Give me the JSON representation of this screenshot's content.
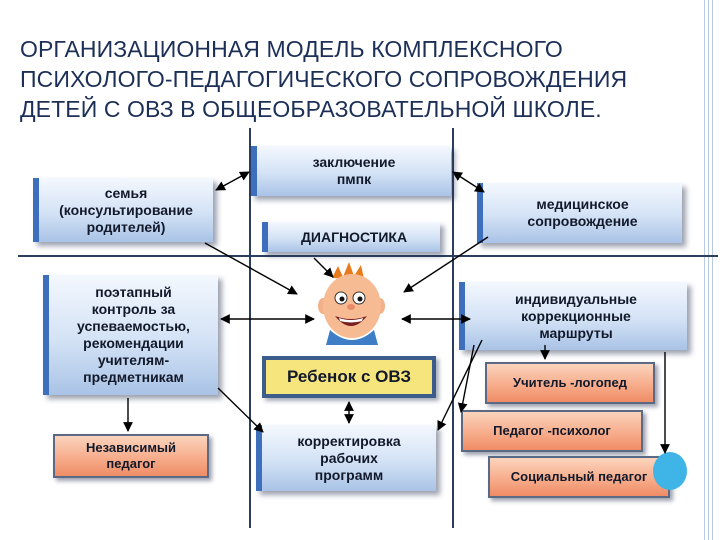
{
  "title_lines": [
    "Организационная модель комплексного",
    "психолого-педагогического сопровождения",
    "детей с ОВЗ в общеобразовательной школе."
  ],
  "boxes": {
    "pmpk": [
      "заключение",
      "пмпк"
    ],
    "family": [
      "семья",
      "(консультирование",
      "родителей)"
    ],
    "diagnostics": "ДИАГНОСТИКА",
    "medical": [
      "медицинское",
      "сопровождение"
    ],
    "control": [
      "поэтапный",
      "контроль за",
      "успеваемостью,",
      "рекомендации",
      "учителям-",
      "предметникам"
    ],
    "routes": [
      "индивидуальные",
      "коррекционные",
      "маршруты"
    ],
    "child": "Ребенок с ОВЗ",
    "speech_therapist": "Учитель -логопед",
    "psychologist": "Педагог -психолог",
    "social_pedagogue": "Социальный педагог",
    "independent": [
      "Независимый",
      "педагог"
    ],
    "program_correction": [
      "корректировка",
      "рабочих",
      "программ"
    ]
  },
  "colors": {
    "title": "#1c2f57",
    "blue_box_accent": "#3e6fbd",
    "orange_box": "#f6a987",
    "child_box": "#f6e47c",
    "lines": "#2c3e5e"
  }
}
